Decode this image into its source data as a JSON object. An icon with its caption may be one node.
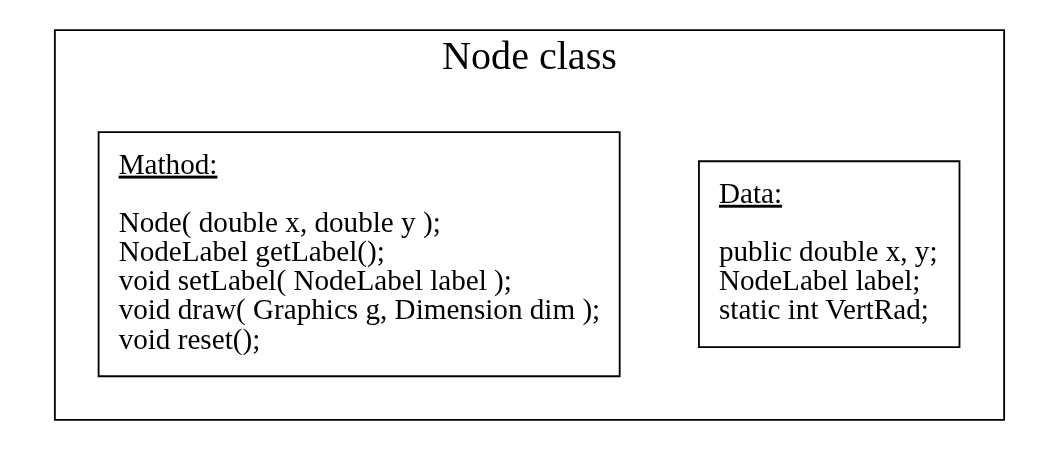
{
  "diagram": {
    "nodes": [
      {
        "text": [
          "Node class"
        ]
      },
      {
        "text": [
          "Data:",
          "public double x, y;",
          "NodeLabel label;",
          "static int VertRad;"
        ],
        "in": 0
      },
      {
        "text": [
          "Mathod:",
          "Node( double x, double y );",
          "NodeLabel getLabel();",
          "void setLabel( NodeLabel label );",
          "void draw( Graphics g, Dimension dim );",
          "void reset();"
        ],
        "in": 0
      }
    ],
    "edges": []
  }
}
